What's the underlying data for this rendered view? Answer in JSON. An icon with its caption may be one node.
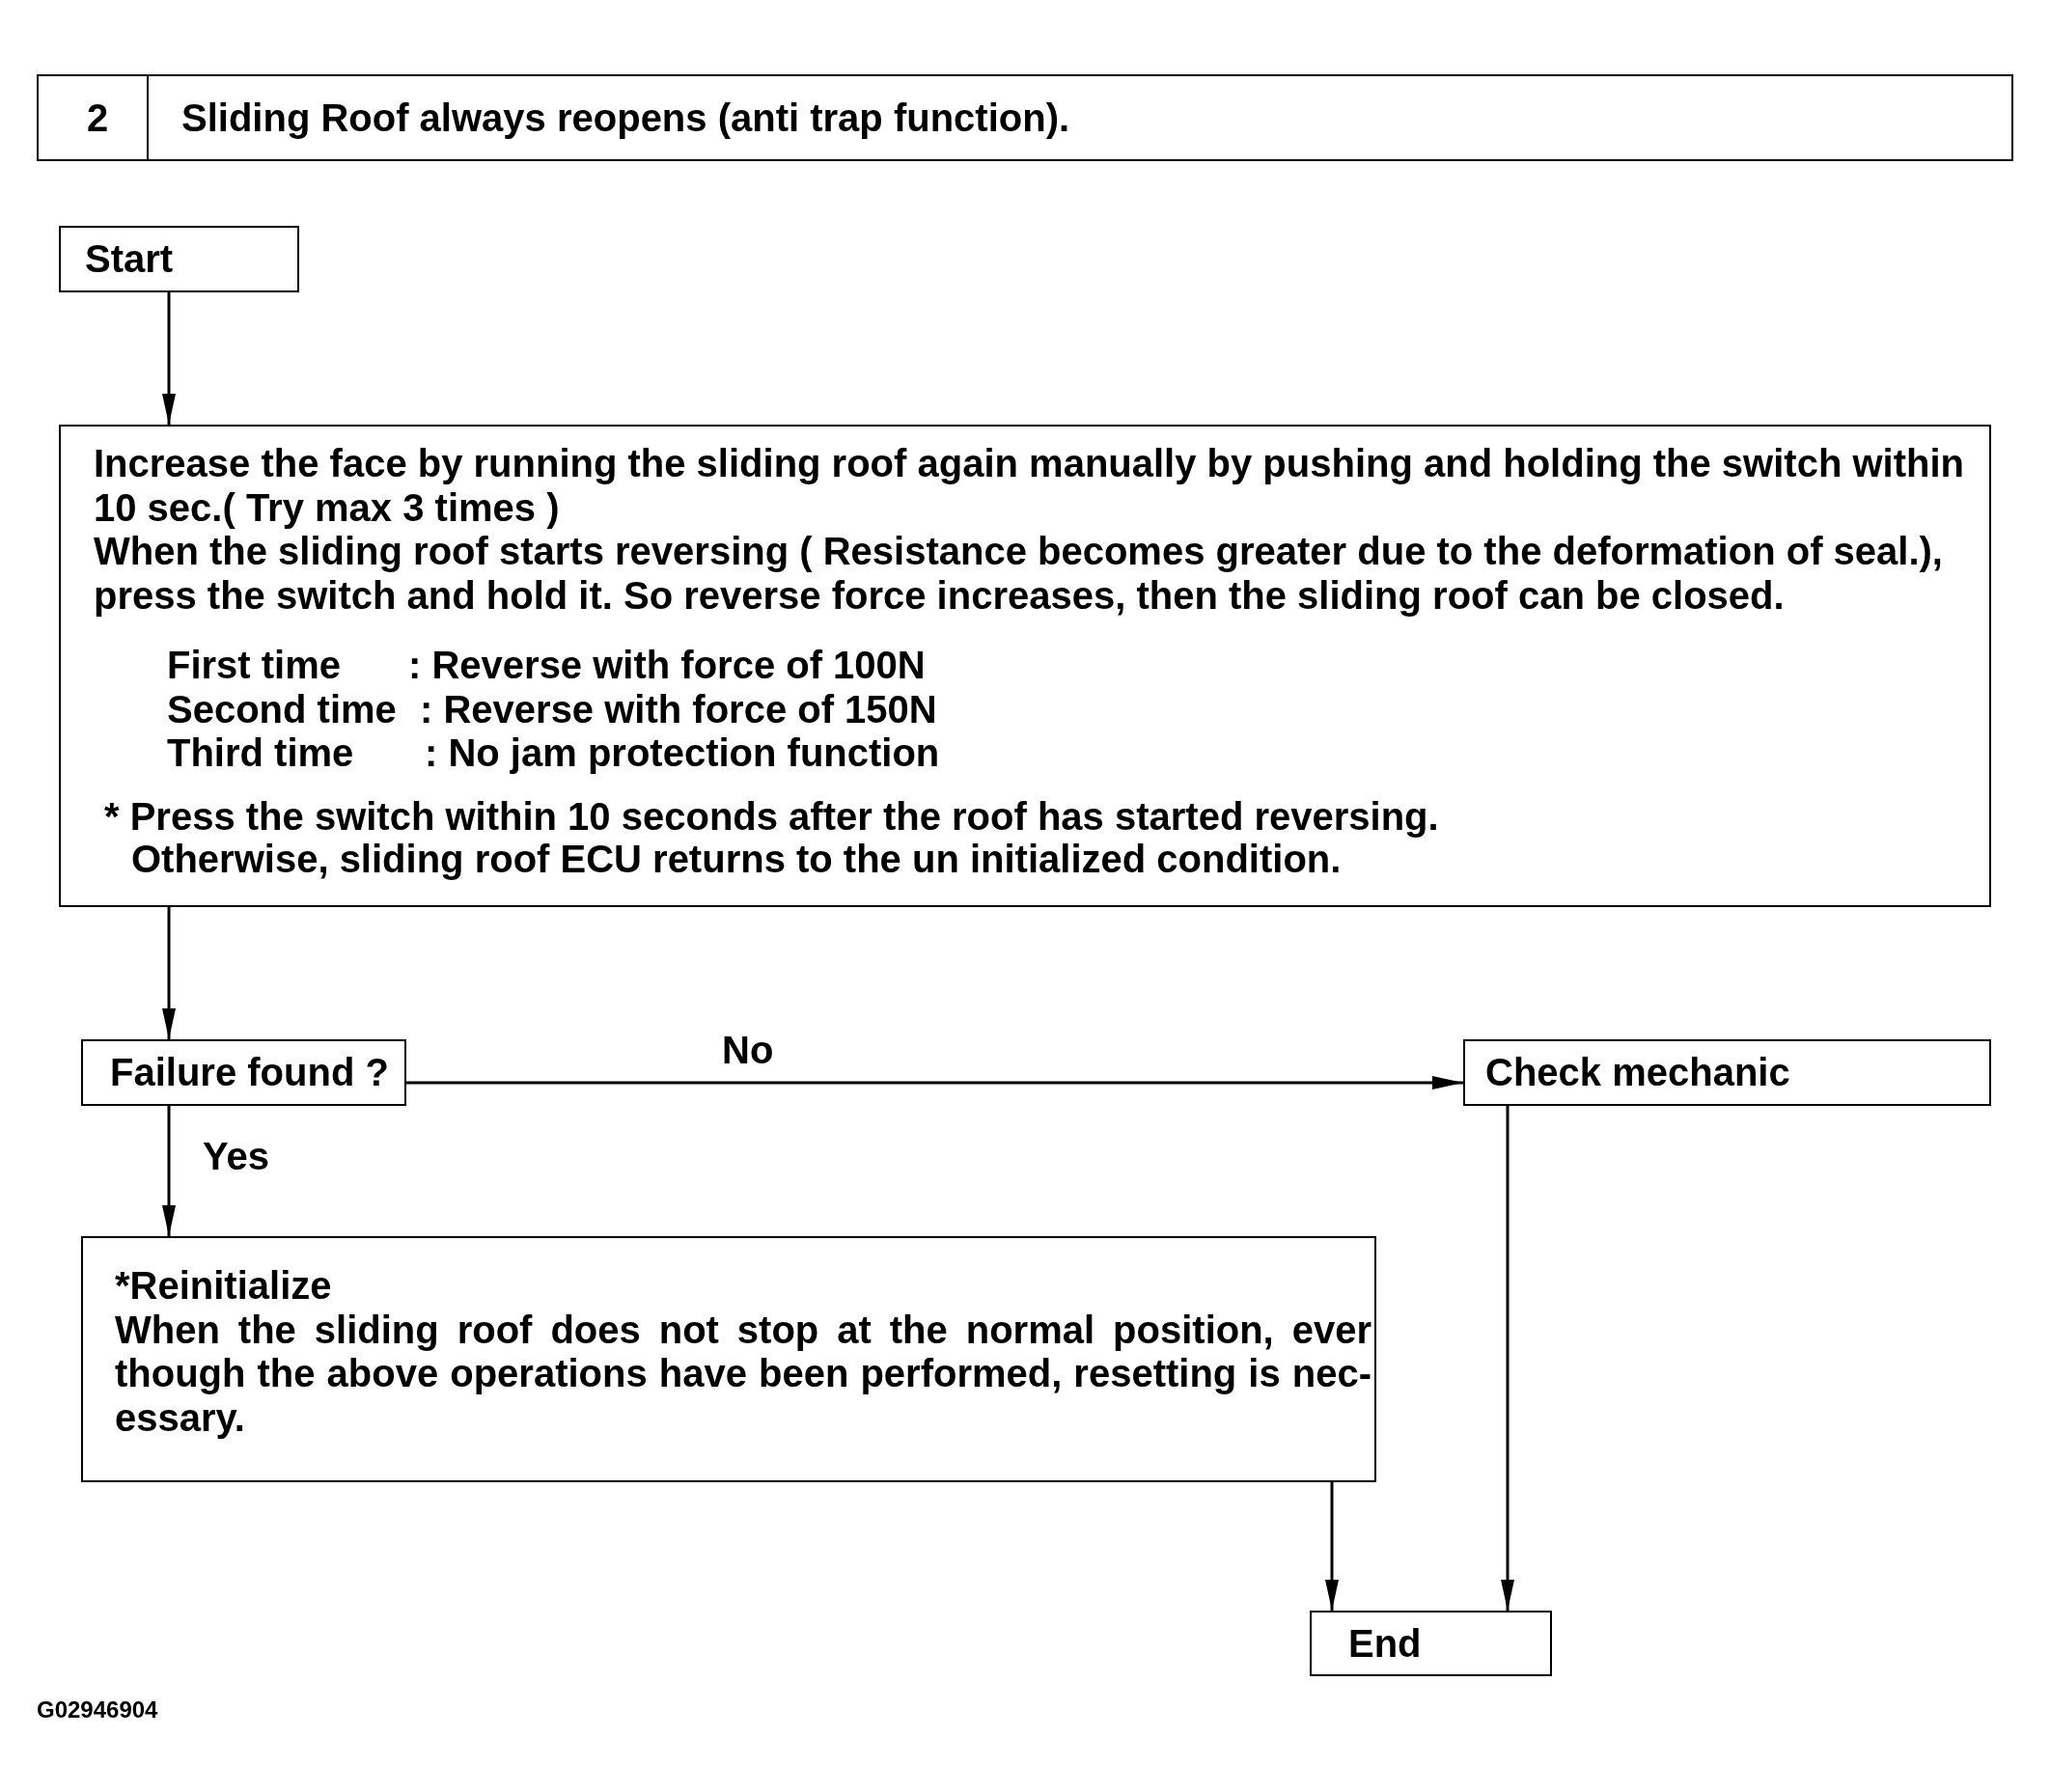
{
  "diagram": {
    "nodes": [
      {
        "text": [
          "2",
          "Sliding Roof always reopens (anti trap function)."
        ]
      },
      {
        "text": [
          "Start"
        ]
      },
      {
        "text": [
          "Increase the face by running the sliding roof again manually by pushing and holding the switch within 10 sec.( Try max 3 times )",
          "When the sliding roof starts reversing ( Resistance becomes greater due to the deformation of seal.), press the switch and hold it. So reverse force increases, then the sliding roof can be closed.",
          "First time",
          ": Reverse with force of 100N",
          "Second time",
          ": Reverse with force of 150N",
          "Third time",
          ": No jam protection function",
          "* Press the switch within 10 seconds after the roof has started reversing. Otherwise, sliding roof ECU returns to the un initialized condition."
        ]
      },
      {
        "text": [
          "Failure found ?"
        ]
      },
      {
        "text": [
          "Check mechanic"
        ]
      },
      {
        "text": [
          "*Reinitialize",
          "When the sliding roof does not stop at the normal position, ever though the above operations have been performed, resetting is nec- essary."
        ]
      },
      {
        "text": [
          "End"
        ]
      }
    ],
    "edges": [
      {
        "from": 1,
        "to": 2,
        "arrow": "to"
      },
      {
        "from": 2,
        "to": 3,
        "arrow": "to"
      },
      {
        "from": 3,
        "to": 4,
        "arrow": "to",
        "label": "No"
      },
      {
        "from": 3,
        "to": 5,
        "arrow": "to",
        "label": "Yes"
      },
      {
        "from": 5,
        "to": 6,
        "arrow": "to"
      },
      {
        "from": 4,
        "to": 6,
        "arrow": "to"
      }
    ],
    "labels": [
      "G02946904"
    ]
  }
}
